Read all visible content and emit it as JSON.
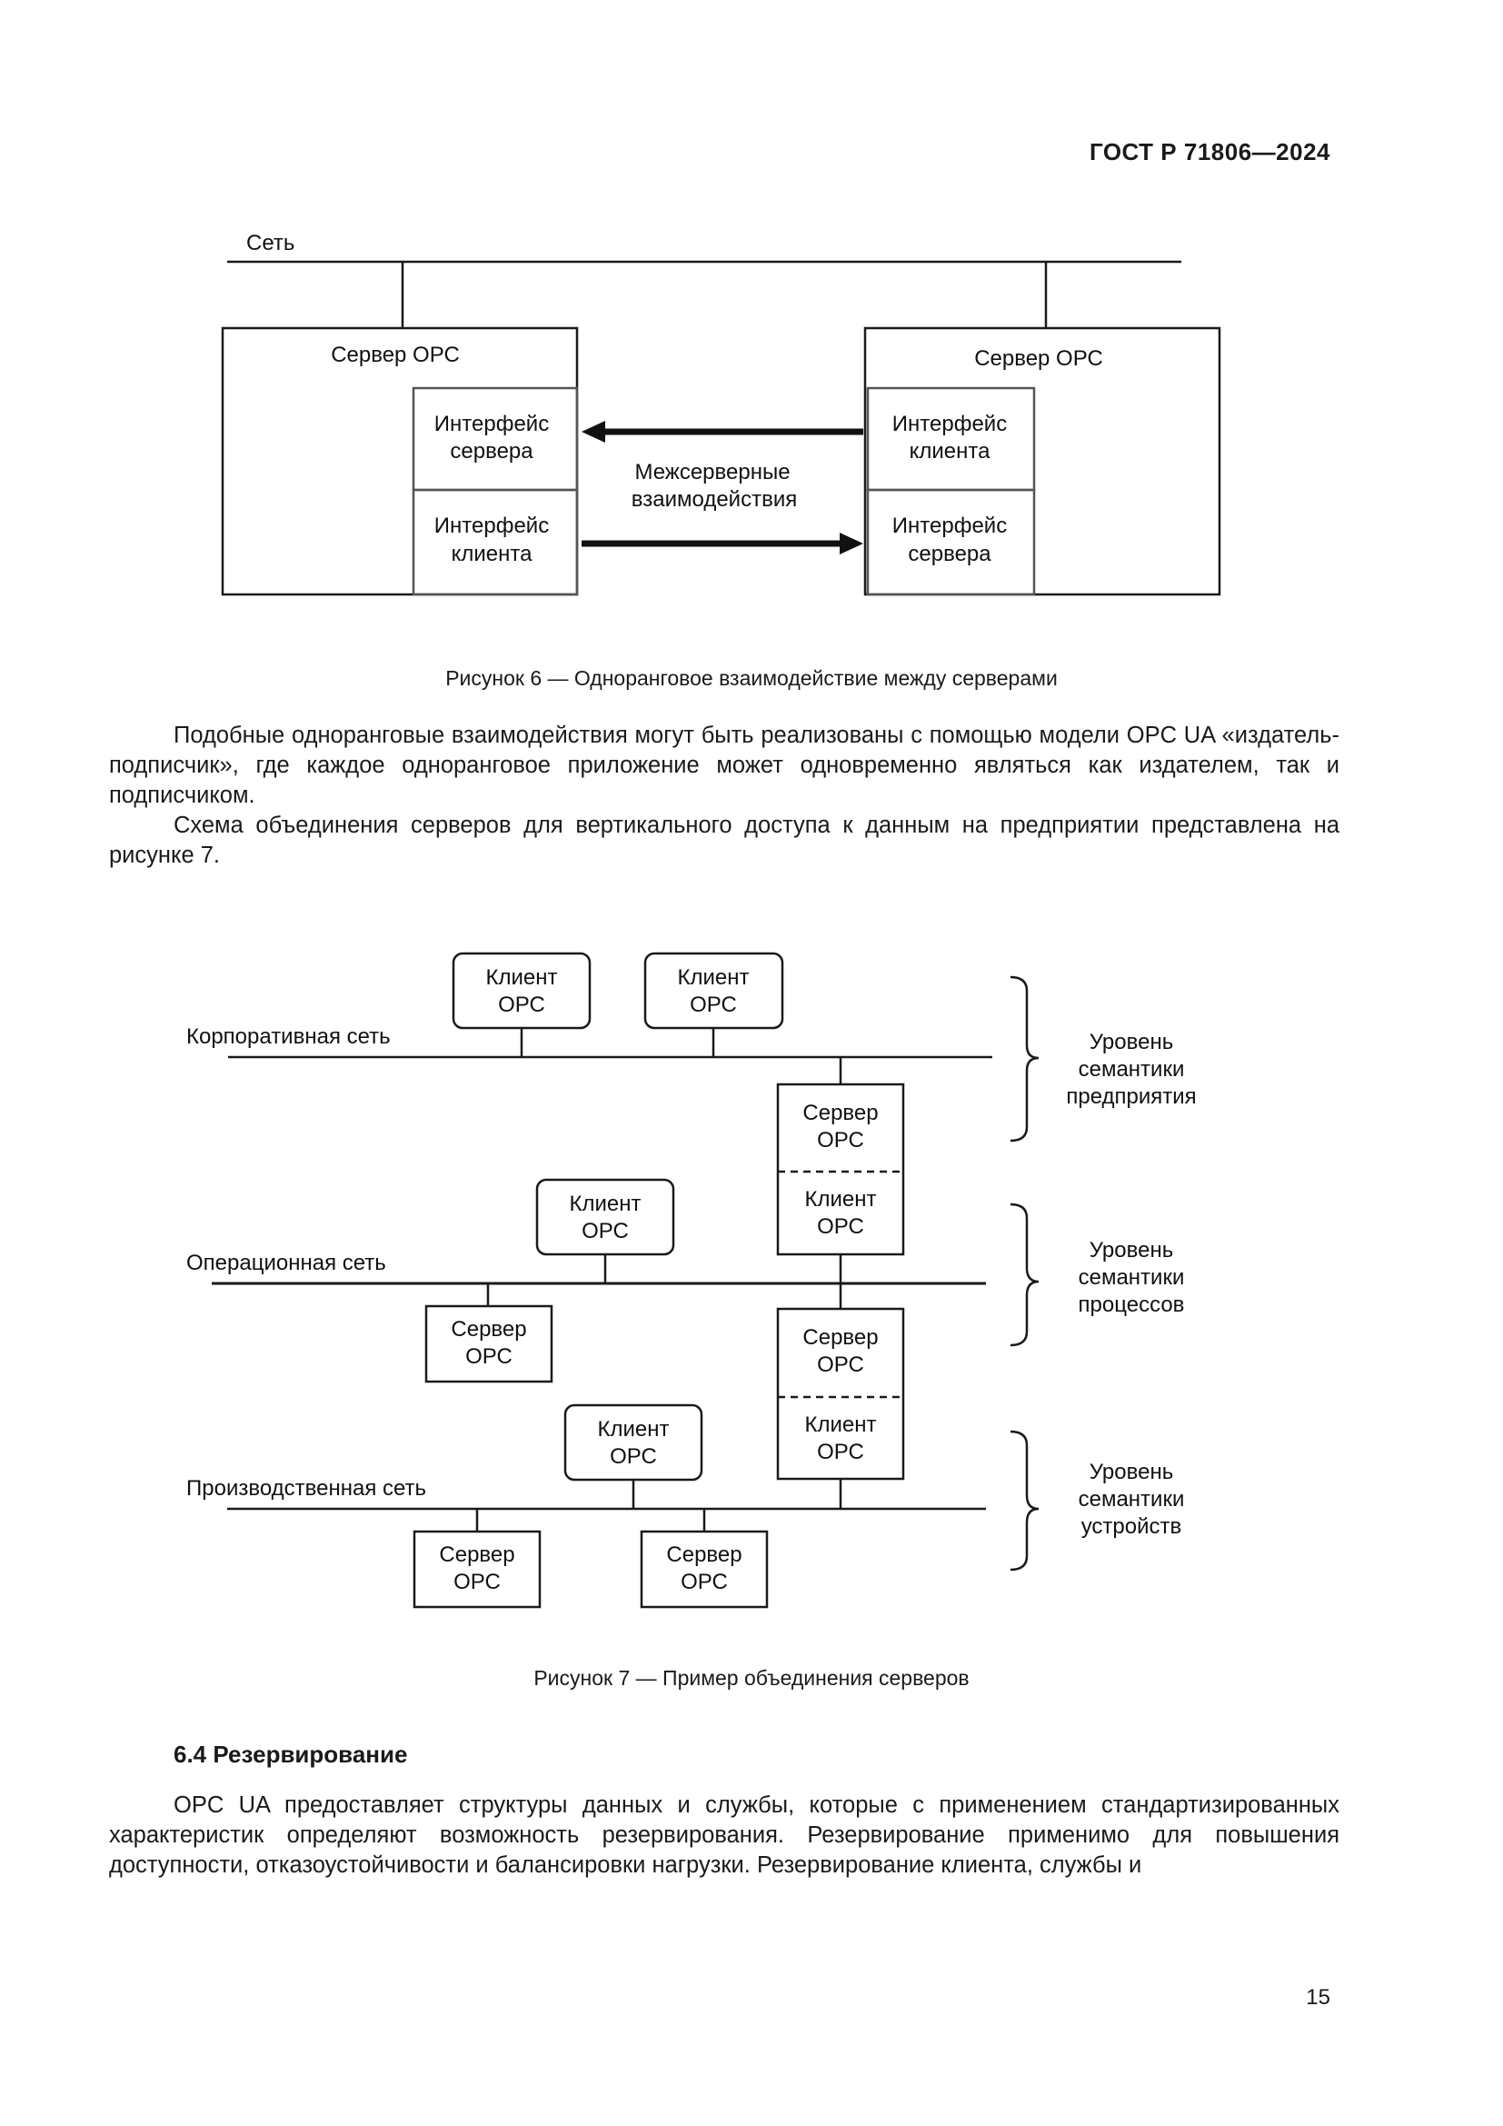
{
  "header": {
    "standard": "ГОСТ Р 71806—2024"
  },
  "figure6": {
    "network_label": "Сеть",
    "left_server_title": "Сервер ОРС",
    "right_server_title": "Сервер ОРС",
    "left_top_block": [
      "Интерфейс",
      "сервера"
    ],
    "left_bottom_block": [
      "Интерфейс",
      "клиента"
    ],
    "right_top_block": [
      "Интерфейс",
      "клиента"
    ],
    "right_bottom_block": [
      "Интерфейс",
      "сервера"
    ],
    "arrows_label": [
      "Межсерверные",
      "взаимодействия"
    ],
    "caption": "Рисунок 6 — Одноранговое взаимодействие между серверами"
  },
  "paragraph1": "Подобные одноранговые взаимодействия могут быть реализованы с помощью модели OPC UA «издатель-подписчик», где каждое одноранговое приложение может одновременно являться как издателем, так и подписчиком.",
  "paragraph2": "Схема объединения серверов для вертикального доступа к данным на предприятии представлена на рисунке 7.",
  "figure7": {
    "networks": [
      "Корпоративная сеть",
      "Операционная сеть",
      "Производственная сеть"
    ],
    "client_opc": [
      "Клиент",
      "ОРС"
    ],
    "server_opc": [
      "Сервер",
      "ОРС"
    ],
    "levels": [
      [
        "Уровень",
        "семантики",
        "предприятия"
      ],
      [
        "Уровень",
        "семантики",
        "процессов"
      ],
      [
        "Уровень",
        "семантики",
        "устройств"
      ]
    ],
    "caption": "Рисунок 7 — Пример объединения серверов"
  },
  "section": {
    "title": "6.4 Резервирование"
  },
  "paragraph3": "OPC UA предоставляет структуры данных и службы, которые с применением стандартизированных характеристик определяют возможность резервирования. Резервирование применимо для повышения доступности, отказоустойчивости и балансировки нагрузки. Резервирование клиента, службы и",
  "footer": {
    "page_number": "15"
  }
}
